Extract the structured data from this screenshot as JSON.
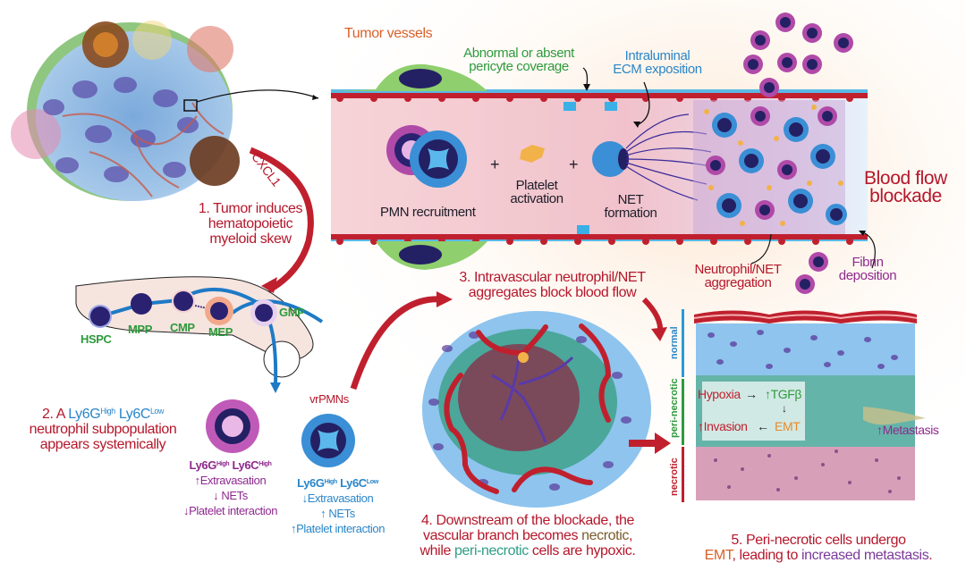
{
  "figure": {
    "panel_letter": "",
    "tumor": {
      "cxcl1_label": "CXCL1",
      "step1": [
        "1. Tumor induces",
        "hematopoietic",
        "myeloid skew"
      ]
    },
    "vessel": {
      "title": "Tumor vessels",
      "pericyte_label": [
        "Abnormal or absent",
        "pericyte coverage"
      ],
      "ecm_label": [
        "Intraluminal",
        "ECM exposition"
      ],
      "pmn_label": "PMN recruitment",
      "plus": "+",
      "platelet_label": [
        "Platelet",
        "activation"
      ],
      "net_label": [
        "NET",
        "formation"
      ],
      "blockade_label": [
        "Blood flow",
        "blockade"
      ],
      "aggregation_label": [
        "Neutrophil/NET",
        "aggregation"
      ],
      "fibrin_label": [
        "Fibrin",
        "deposition"
      ]
    },
    "hematopoiesis": {
      "nodes": [
        "HSPC",
        "MPP",
        "CMP",
        "MEP",
        "GMP"
      ]
    },
    "step2": {
      "line1_prefix": "2. A ",
      "ly6g": "Ly6G",
      "high": "High",
      "ly6c": "Ly6C",
      "low": "Low",
      "line2": "neutrophil subpopulation",
      "line3": "appears systemically"
    },
    "neutrophil_high": {
      "marker_g": "Ly6G",
      "marker_g_sup": "High",
      "marker_c": "Ly6C",
      "marker_c_sup": "High",
      "traits": [
        {
          "dir": "up",
          "arrow": "↑",
          "text": "Extravasation"
        },
        {
          "dir": "down",
          "arrow": "↓",
          "text": "NETs"
        },
        {
          "dir": "down",
          "arrow": "↓",
          "text": "Platelet interaction"
        }
      ]
    },
    "neutrophil_low": {
      "title": "vrPMNs",
      "marker_g": "Ly6G",
      "marker_g_sup": "High",
      "marker_c": "Ly6C",
      "marker_c_sup": "Low",
      "traits": [
        {
          "dir": "down",
          "arrow": "↓",
          "text": "Extravasation"
        },
        {
          "dir": "up",
          "arrow": "↑",
          "text": "NETs"
        },
        {
          "dir": "up",
          "arrow": "↑",
          "text": "Platelet interaction"
        }
      ]
    },
    "step3": [
      "3. Intravascular neutrophil/NET",
      "aggregates block blood flow"
    ],
    "step4": {
      "line1": "4. Downstream of the blockade, the",
      "line2_a": "vascular branch becomes ",
      "line2_b": "necrotic",
      "line2_c": ",",
      "line3_a": "while ",
      "line3_b": "peri-necrotic",
      "line3_c": " cells are hypoxic."
    },
    "zones": {
      "normal": "normal",
      "peri_necrotic": "peri-necrotic",
      "necrotic": "necrotic"
    },
    "emt_box": {
      "hypoxia": "Hypoxia",
      "tgfb": "TGFβ",
      "emt": "EMT",
      "invasion": "Invasion",
      "metastasis": "Metastasis",
      "up_arrow": "↑",
      "right_arrow": "→",
      "left_arrow": "←",
      "down_arrow": "↓"
    },
    "step5": {
      "line1": "5. Peri-necrotic cells undergo",
      "line2_a": "EMT",
      "line2_b": ", leading to ",
      "line2_c": "increased metastasis",
      "line2_d": "."
    },
    "colors": {
      "red": "#c0202e",
      "green": "#2e9a3c",
      "blue": "#2a86c9",
      "purple": "#8e2a8e",
      "orange": "#d9602a",
      "navy": "#2a2270"
    }
  }
}
